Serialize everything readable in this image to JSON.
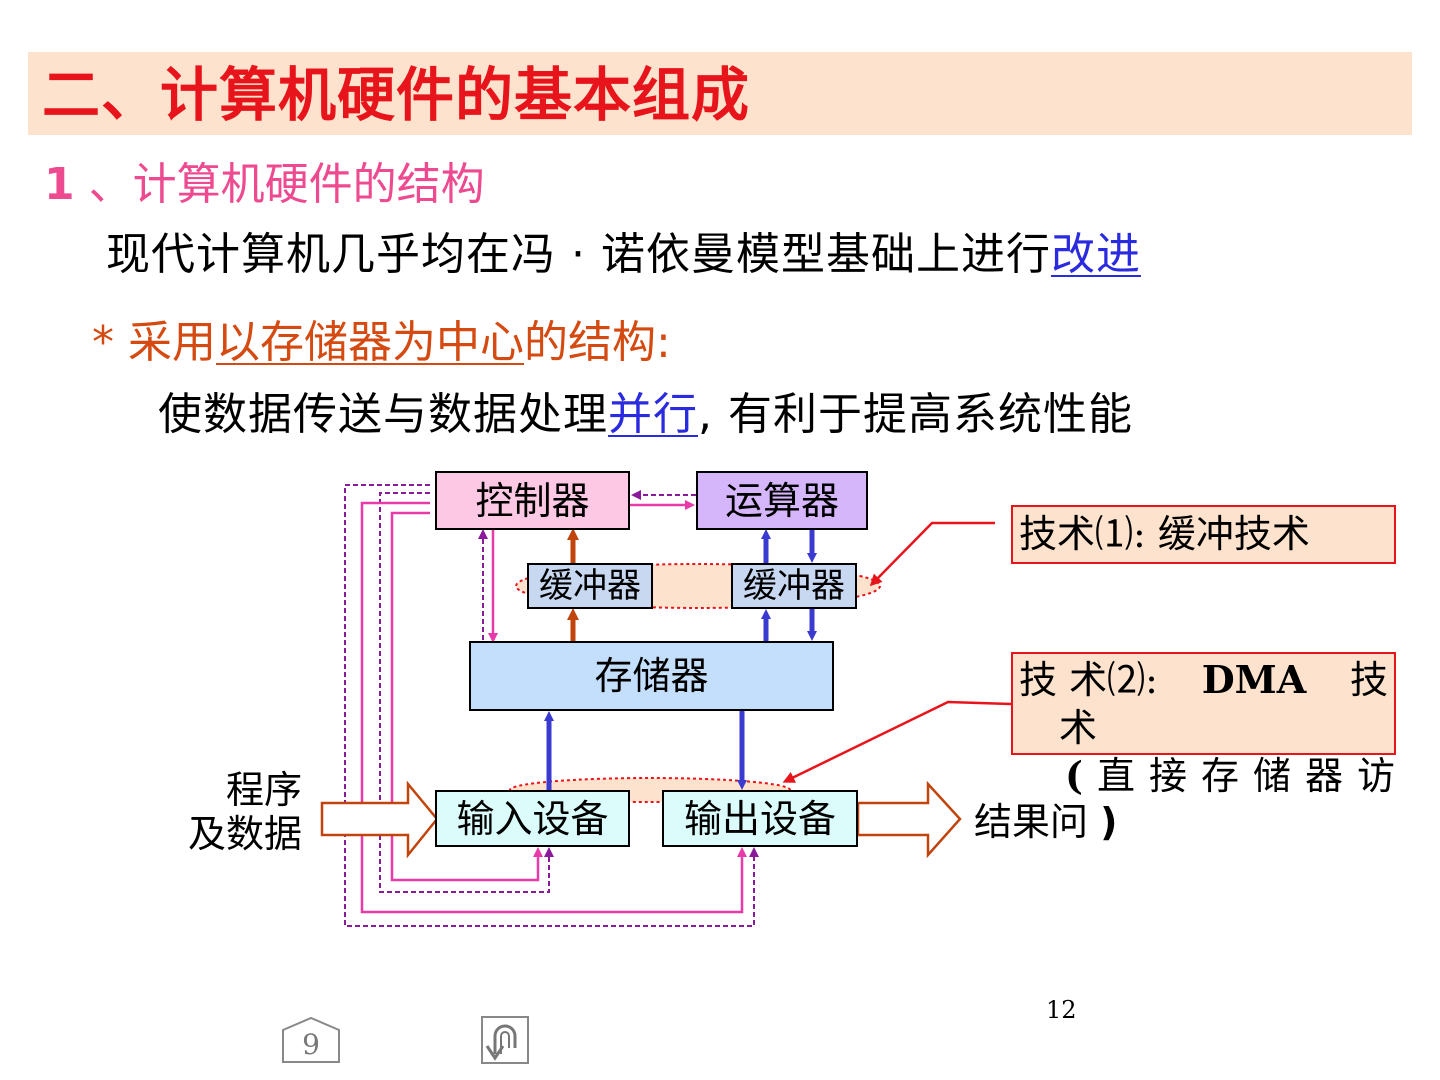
{
  "title": "二、计算机硬件的基本组成",
  "subsection": {
    "num": "1",
    "text": "、计算机硬件的结构"
  },
  "line2": {
    "text": "现代计算机几乎均在冯 · 诺依曼模型基础上进行",
    "link": "改进"
  },
  "line3": {
    "star": "*",
    "pre": " 采用",
    "underlined": "以存储器为中心",
    "post": "的结构:"
  },
  "line4": {
    "pre": "使数据传送与数据处理",
    "link": "并行",
    "post": ", 有利于提高系统性能"
  },
  "diagram": {
    "controller": "控制器",
    "alu": "运算器",
    "buffer_left": "缓冲器",
    "buffer_right": "缓冲器",
    "memory": "存储器",
    "input_device": "输入设备",
    "output_device": "输出设备",
    "program_label_line1": "程序",
    "program_label_line2": "及数据",
    "result_label": "结果",
    "tech1": "技术⑴: 缓冲技术",
    "tech2_a": "技 术⑵:",
    "tech2_b": "DMA",
    "tech2_c": "技",
    "tech2_d": "术",
    "dma_note_open": "(",
    "dma_note_chars": [
      "直",
      "接",
      "存",
      "储",
      "器",
      "访"
    ],
    "dma_note_tail": "问",
    "dma_note_close": ")"
  },
  "page_number": "12",
  "nav": {
    "home_label": "9"
  },
  "colors": {
    "title": "#e8141b",
    "title_bg": "#fde3cd",
    "subsection": "#ee4a8f",
    "link": "#2a2adf",
    "line3": "#d44a10",
    "arrow_blue": "#3a3ad0",
    "arrow_brown": "#c0440c",
    "arrow_pink": "#e83aa8",
    "dashed_purple": "#8a1a9a"
  }
}
